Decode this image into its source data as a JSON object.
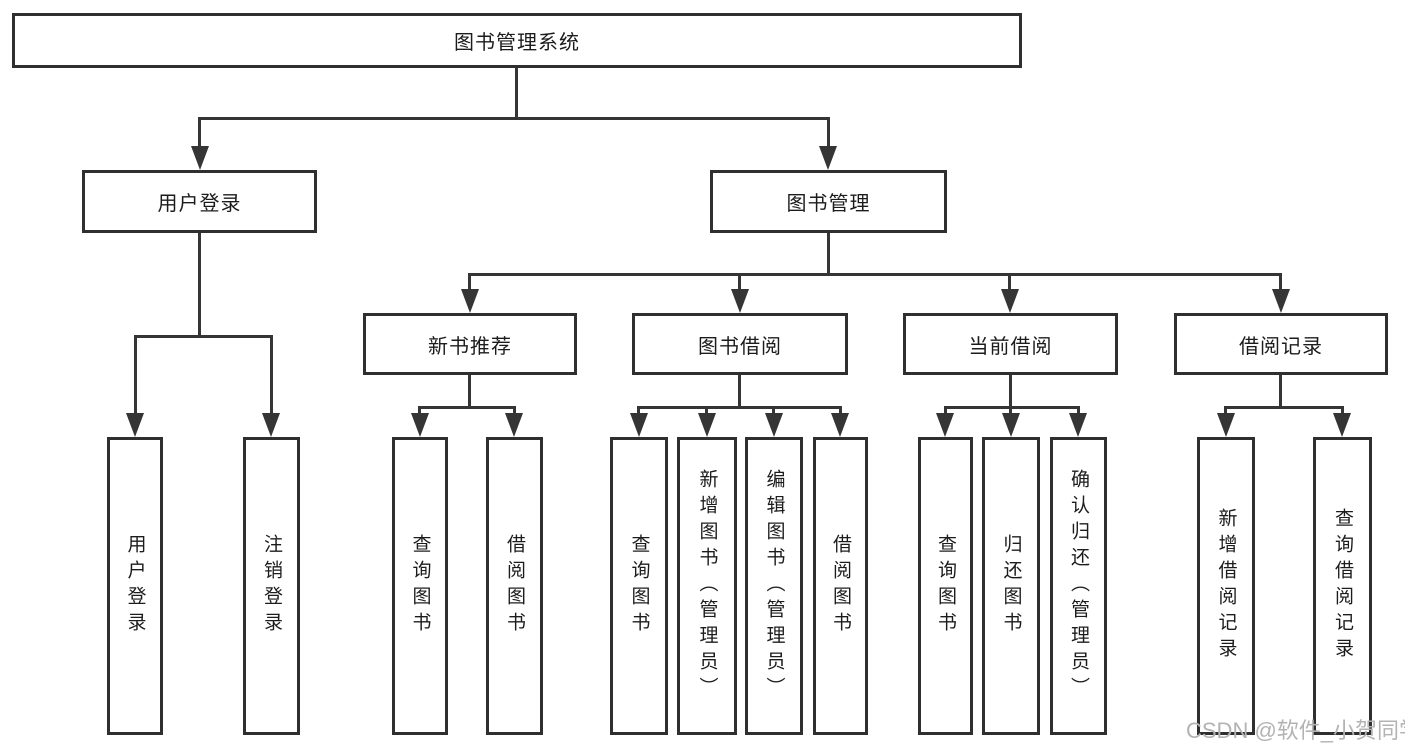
{
  "diagram_type": "hierarchy-tree",
  "watermark": "CSDN @软件_小贺同学",
  "colors": {
    "background": "#ffffff",
    "box_border": "#2f2f2f",
    "connector_line": "#353535",
    "text": "#1c1c1c",
    "watermark_text": "#b3b3b3"
  },
  "tree": {
    "label": "图书管理系统",
    "children": [
      {
        "label": "用户登录",
        "children": [
          {
            "label": "用户登录"
          },
          {
            "label": "注销登录"
          }
        ]
      },
      {
        "label": "图书管理",
        "children": [
          {
            "label": "新书推荐",
            "children": [
              {
                "label": "查询图书"
              },
              {
                "label": "借阅图书"
              }
            ]
          },
          {
            "label": "图书借阅",
            "children": [
              {
                "label": "查询图书"
              },
              {
                "label": "新增图书（管理员）"
              },
              {
                "label": "编辑图书（管理员）"
              },
              {
                "label": "借阅图书"
              }
            ]
          },
          {
            "label": "当前借阅",
            "children": [
              {
                "label": "查询图书"
              },
              {
                "label": "归还图书"
              },
              {
                "label": "确认归还（管理员）"
              }
            ]
          },
          {
            "label": "借阅记录",
            "children": [
              {
                "label": "新增借阅记录"
              },
              {
                "label": "查询借阅记录"
              }
            ]
          }
        ]
      }
    ]
  }
}
